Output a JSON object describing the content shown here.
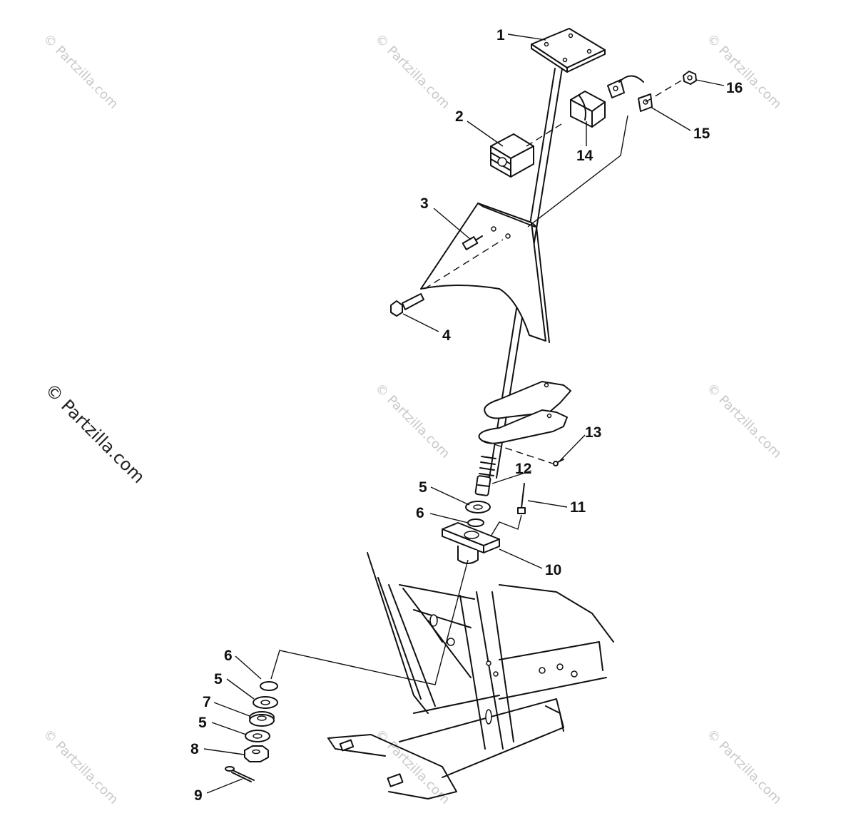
{
  "watermark": {
    "faint": "© Partzilla.com",
    "primary": "© Partzilla.com"
  },
  "callouts": [
    {
      "id": "1",
      "label": "1"
    },
    {
      "id": "2",
      "label": "2"
    },
    {
      "id": "3",
      "label": "3"
    },
    {
      "id": "4",
      "label": "4"
    },
    {
      "id": "5a",
      "label": "5"
    },
    {
      "id": "6a",
      "label": "6"
    },
    {
      "id": "10",
      "label": "10"
    },
    {
      "id": "11",
      "label": "11"
    },
    {
      "id": "12",
      "label": "12"
    },
    {
      "id": "13",
      "label": "13"
    },
    {
      "id": "14",
      "label": "14"
    },
    {
      "id": "15",
      "label": "15"
    },
    {
      "id": "16",
      "label": "16"
    },
    {
      "id": "6b",
      "label": "6"
    },
    {
      "id": "5b",
      "label": "5"
    },
    {
      "id": "7",
      "label": "7"
    },
    {
      "id": "5c",
      "label": "5"
    },
    {
      "id": "8",
      "label": "8"
    },
    {
      "id": "9",
      "label": "9"
    }
  ]
}
